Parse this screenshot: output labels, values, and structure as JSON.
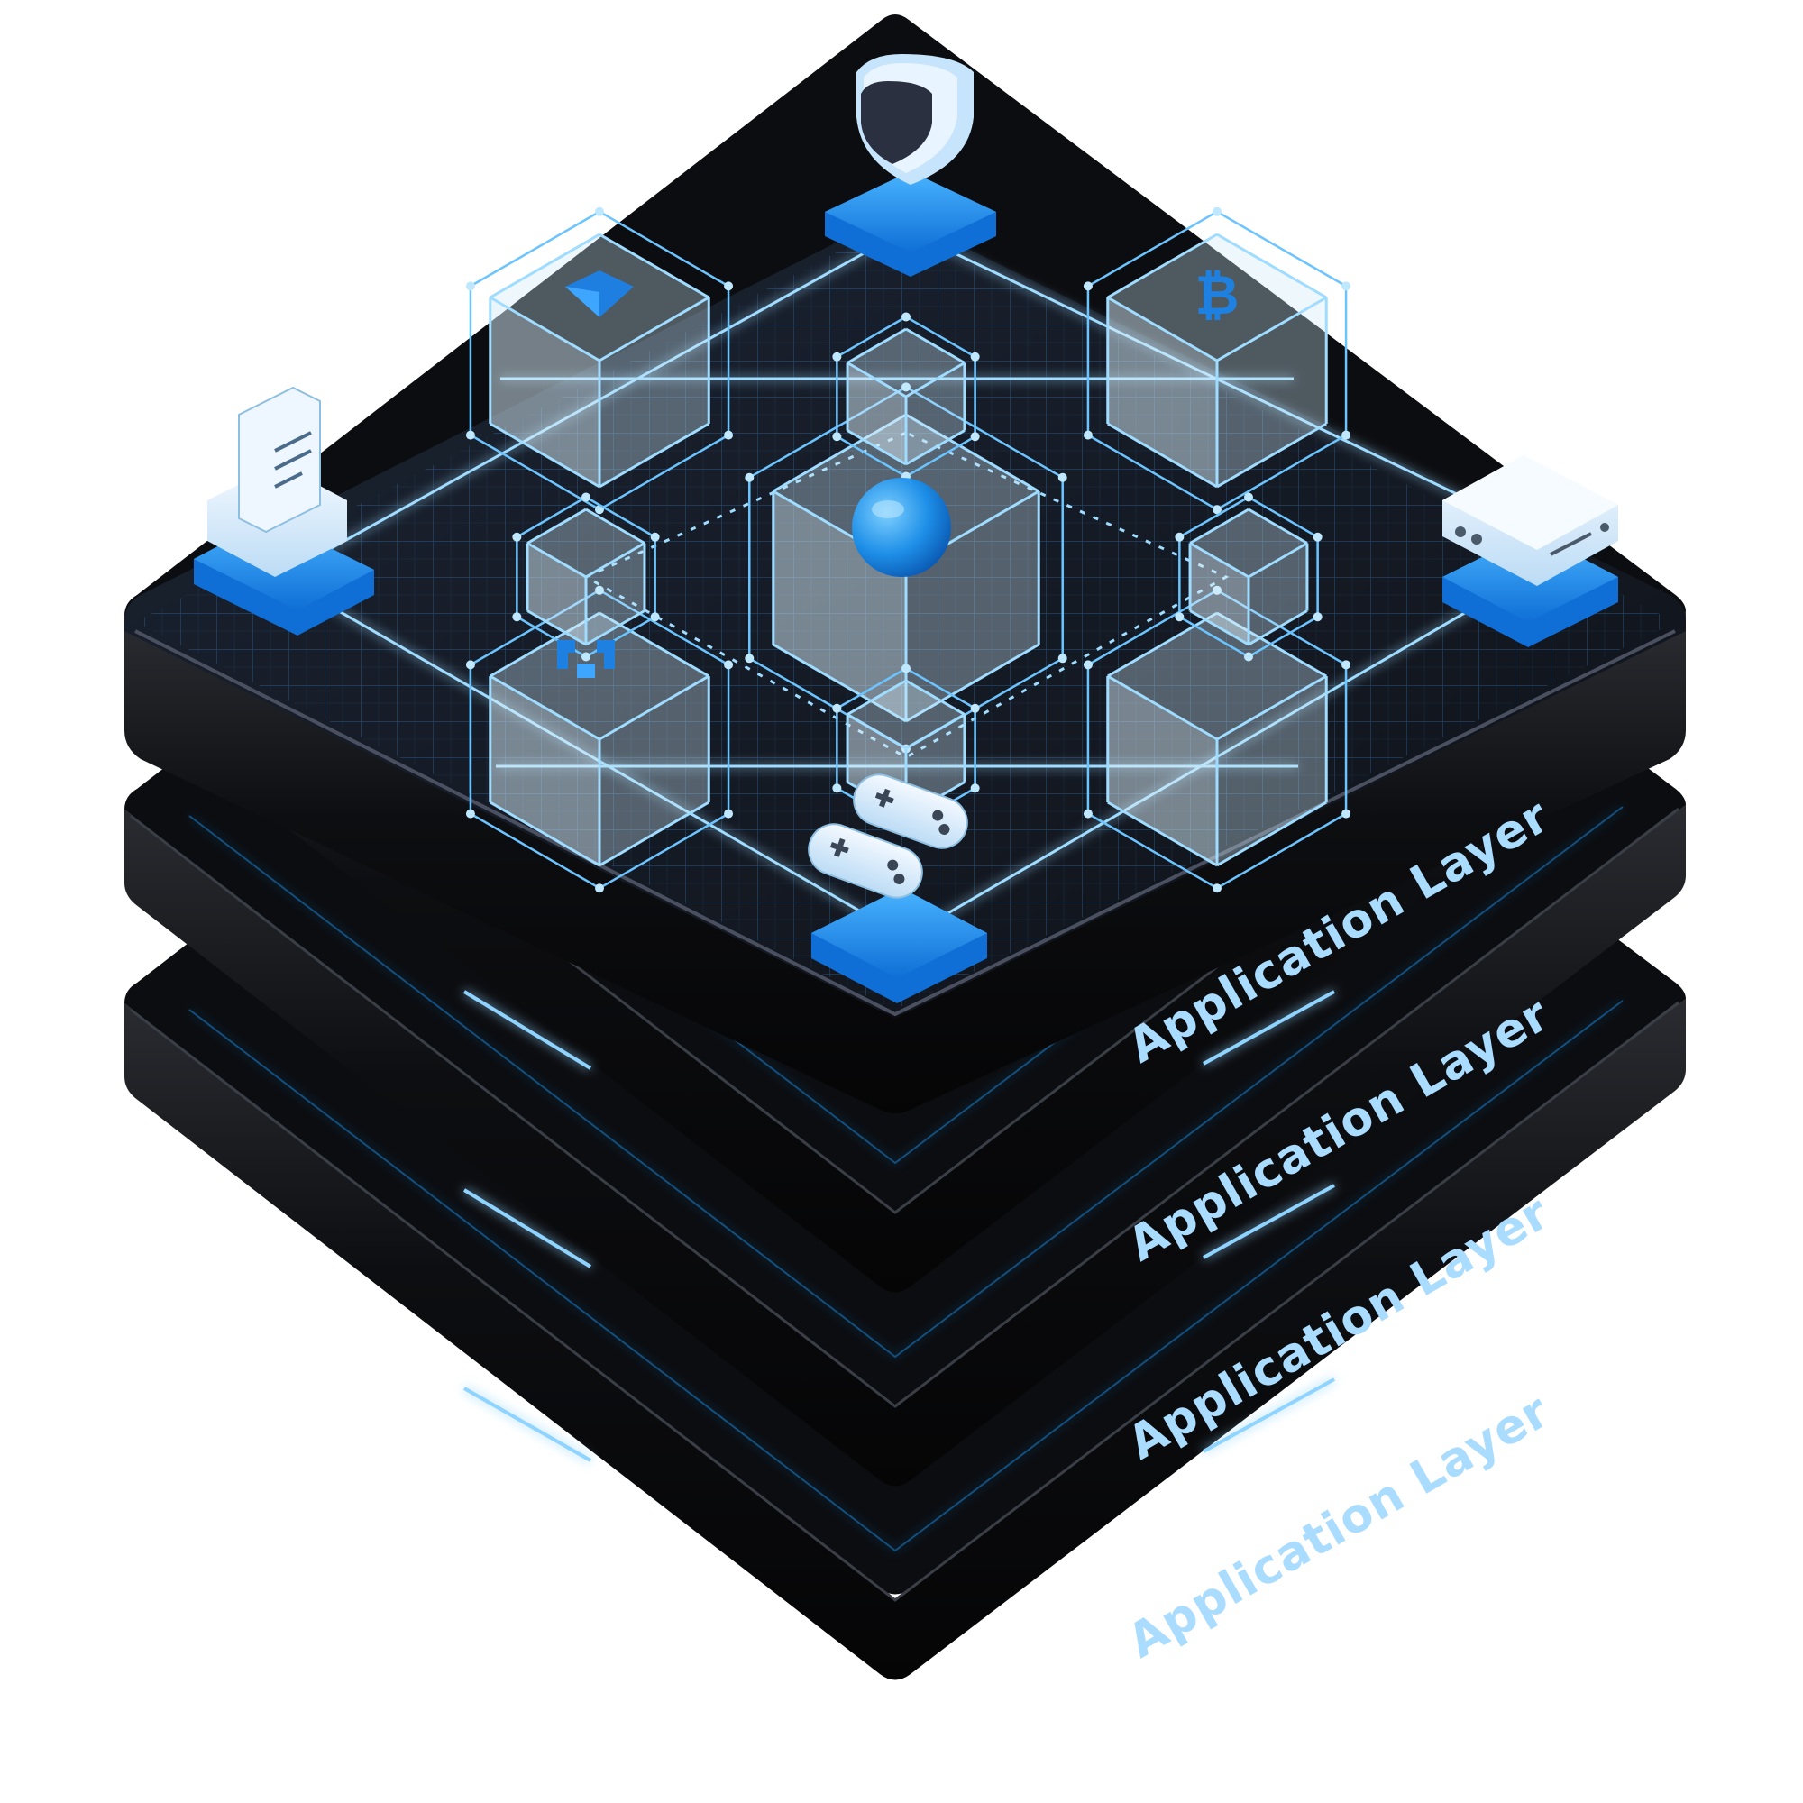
{
  "layers": [
    {
      "label": "Application Layer"
    },
    {
      "label": "Application Layer"
    },
    {
      "label": "Application Layer"
    },
    {
      "label": "Application Layer"
    }
  ],
  "icons": {
    "top": "shield-icon",
    "left": "document-stack-icon",
    "right": "router-device-icon",
    "bottom": "gamepad-icon",
    "cube_marks": [
      "diamond-logo-icon",
      "bitcoin-icon",
      "square-logo-icon",
      "center-sphere-icon"
    ]
  },
  "colors": {
    "slab": "#101114",
    "slab_edge": "#2b2d33",
    "accent": "#1e90ff",
    "glow": "#8fd3ff",
    "label": "#a9dcff",
    "cube_fill": "#cfe9f7",
    "grid": "#2f6da8"
  }
}
